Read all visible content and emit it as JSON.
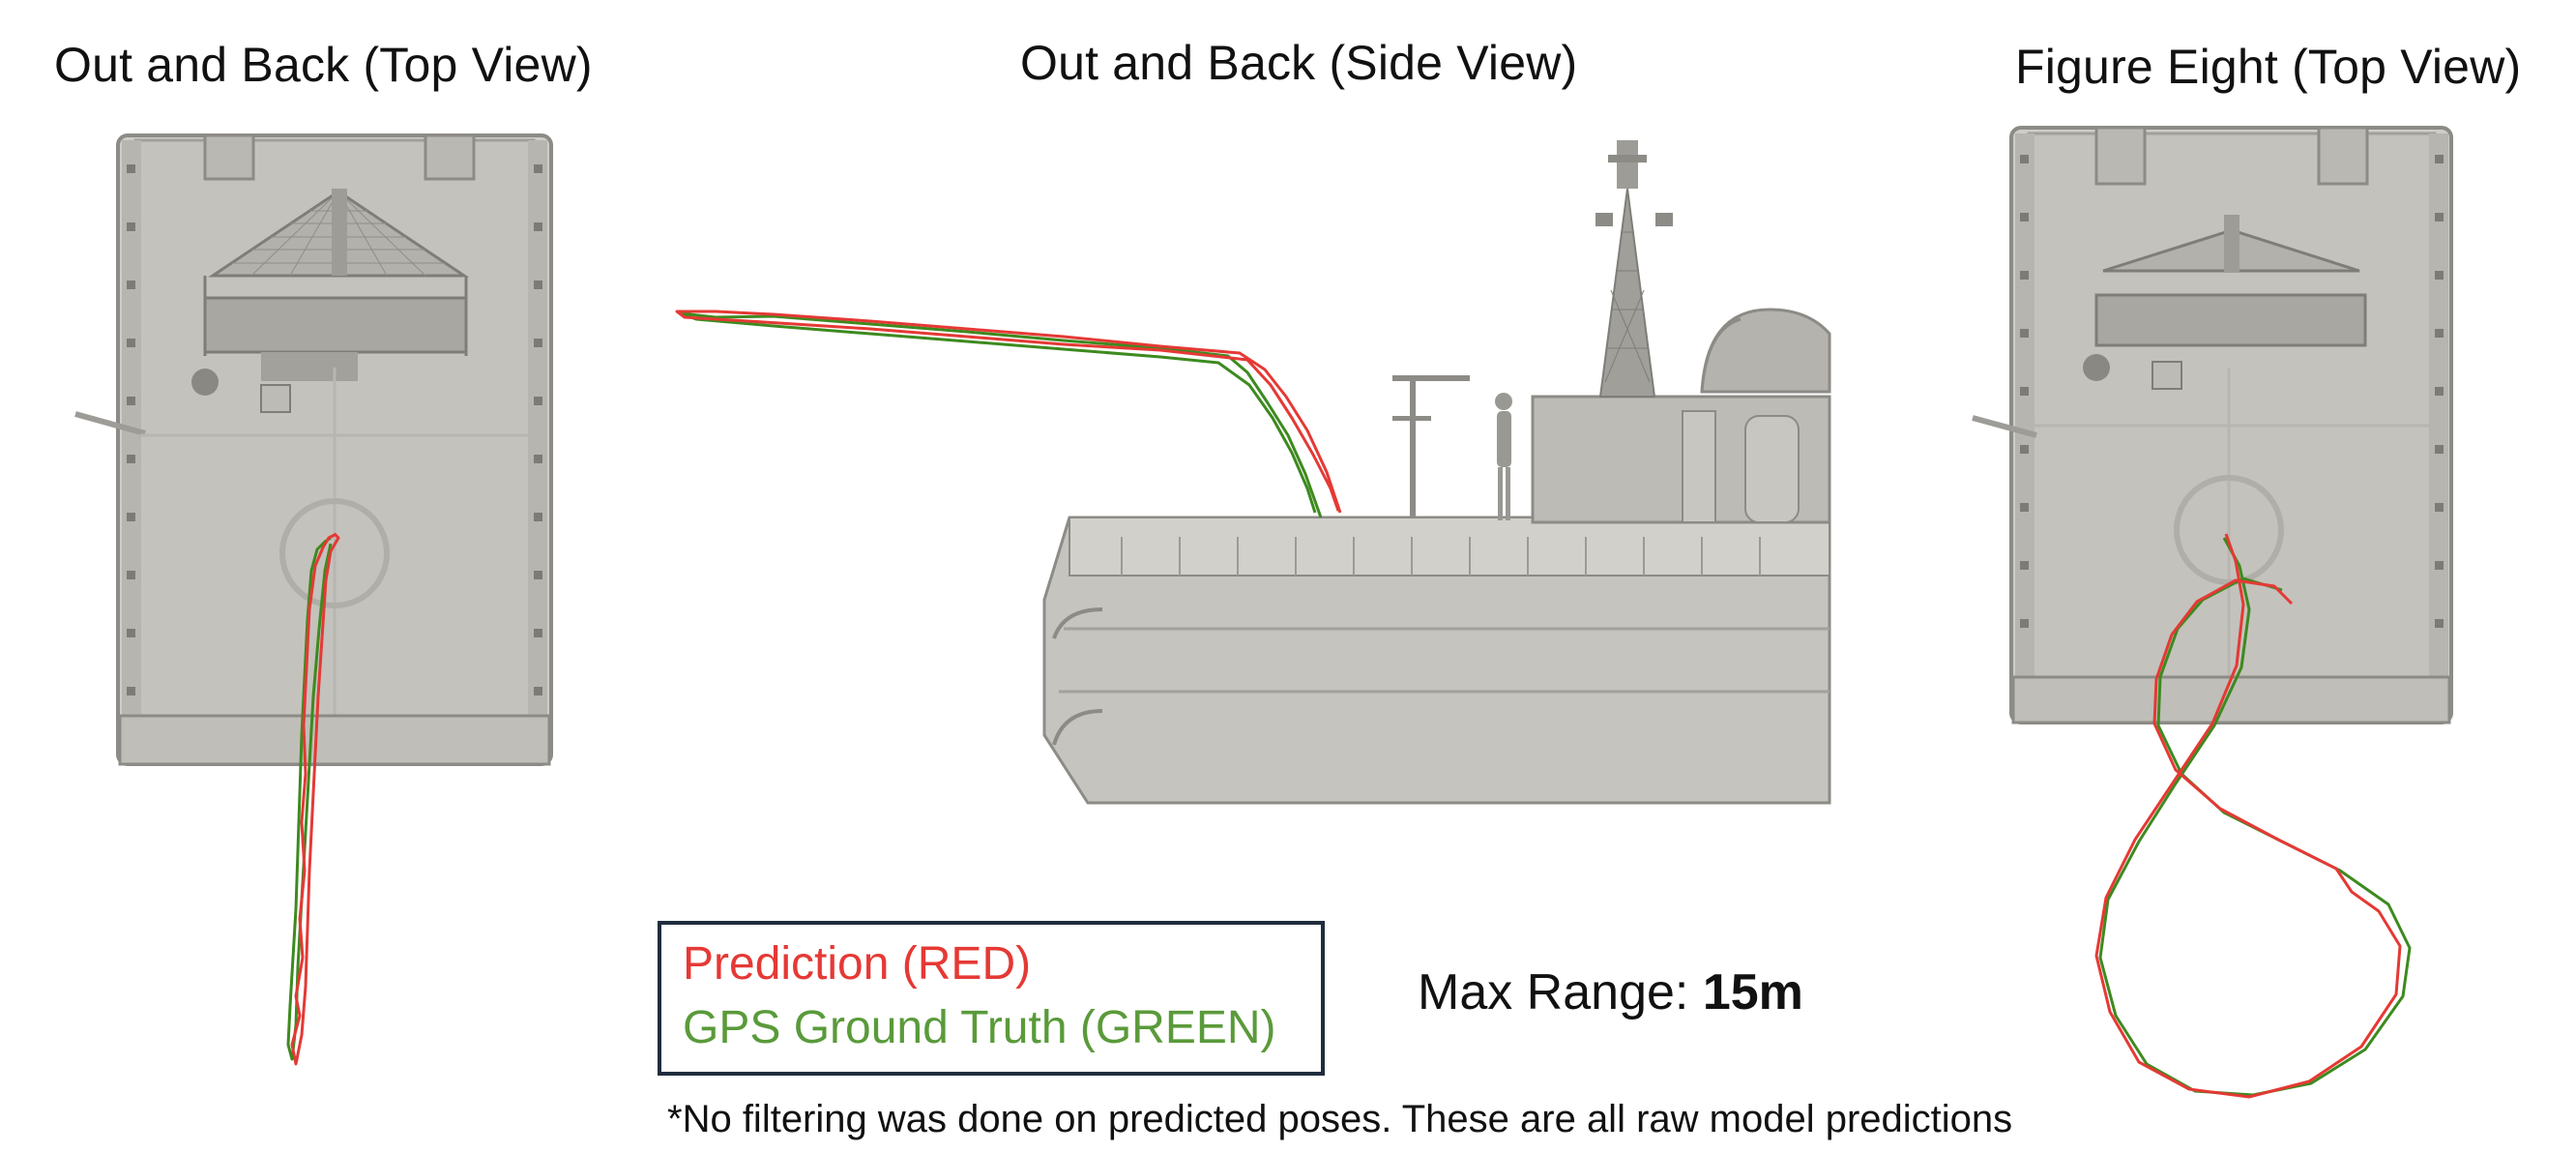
{
  "titles": {
    "top_view": "Out and Back (Top View)",
    "side_view": "Out and Back (Side View)",
    "figure_eight": "Figure Eight (Top View)"
  },
  "legend": {
    "prediction": "Prediction (RED)",
    "ground_truth": "GPS Ground Truth (GREEN)"
  },
  "range": {
    "label": "Max Range: ",
    "value": "15m"
  },
  "note": "*No filtering was done on predicted poses. These are all raw model predictions",
  "colors": {
    "prediction": "#e53935",
    "ground_truth": "#3d8a1f",
    "hull": "#c9c7c1",
    "hull_dark": "#8d8b86",
    "legend_border": "#1f2d3d"
  }
}
